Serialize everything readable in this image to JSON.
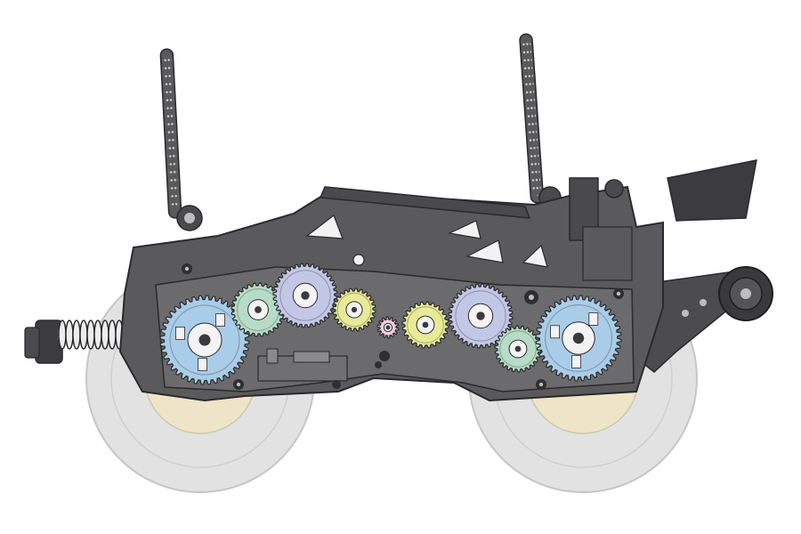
{
  "colors": {
    "background": "#ffffff",
    "chassis": "#5a5a5c",
    "chassis_dark": "#3c3c3e",
    "chassis_outline": "#2a2a2c",
    "wheel": "#dadada",
    "wheel_outline": "#c4c4c4",
    "hub": "#efe4c4",
    "gear_blue": "#a9cce8",
    "gear_lavender": "#c3c7e6",
    "gear_green": "#b6dcc7",
    "gear_yellow": "#e7eb98",
    "gear_pink": "#f0cce0",
    "spring": "#e6e6e6"
  },
  "gears": [
    {
      "id": "rear-axle-gear",
      "color": "gear_blue",
      "teeth": 40
    },
    {
      "id": "rear-counter-gear",
      "color": "gear_green",
      "teeth": 28
    },
    {
      "id": "rear-idler-large",
      "color": "gear_lavender",
      "teeth": 36
    },
    {
      "id": "rear-idler-small",
      "color": "gear_yellow",
      "teeth": 24
    },
    {
      "id": "center-pinion",
      "color": "gear_pink",
      "teeth": 14
    },
    {
      "id": "front-idler-small",
      "color": "gear_yellow",
      "teeth": 24
    },
    {
      "id": "front-idler-large",
      "color": "gear_lavender",
      "teeth": 36
    },
    {
      "id": "front-counter-gear",
      "color": "gear_green",
      "teeth": 26
    },
    {
      "id": "front-axle-gear",
      "color": "gear_blue",
      "teeth": 40
    }
  ],
  "parts": [
    "rear-wheel",
    "front-wheel",
    "rear-body-post",
    "front-body-post",
    "rear-spring-bumper",
    "front-roller",
    "front-damper-plate",
    "chassis-frame"
  ]
}
